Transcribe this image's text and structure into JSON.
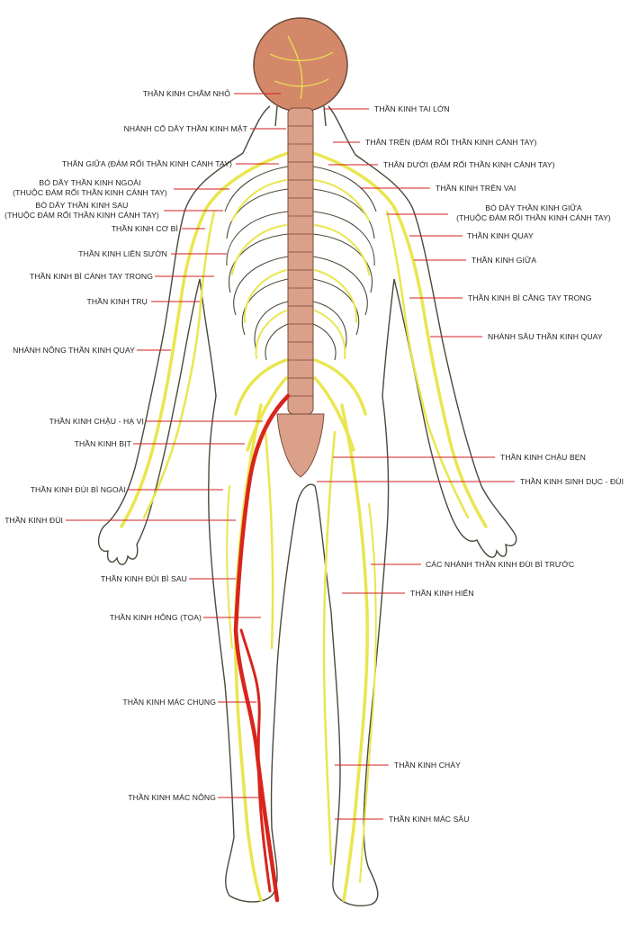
{
  "diagram": {
    "colors": {
      "nerve": "#e9e64f",
      "nerve_stroke": "#b8a52a",
      "sciatic": "#d8251c",
      "skull": "#d4886a",
      "spine": "#dba08a",
      "outline": "#4a4a3a",
      "leader": "#d21f1f"
    },
    "labels": {
      "l1": "THẦN KINH CHẨM NHỎ",
      "l2": "NHÁNH CỔ DÂY THẦN KINH MẶT",
      "l3": "THÂN GIỮA (ĐÁM RỐI THẦN KINH CÁNH TAY)",
      "l4a": "BÓ DÂY THẦN KINH NGOÀI",
      "l4b": "(THUỘC ĐÁM RỐI THẦN KINH CÁNH TAY)",
      "l5a": "BÓ DÂY THẦN KINH SAU",
      "l5b": "(THUỘC ĐÁM RỐI THẦN KINH CÁNH TAY)",
      "l6": "THẦN KINH CƠ BÌ",
      "l7": "THẦN KINH LIÊN SƯỜN",
      "l8": "THẦN KINH BÌ CÁNH TAY TRONG",
      "l9": "THẦN KINH TRỤ",
      "l10": "NHÁNH NÔNG THẦN KINH QUAY",
      "l11": "THẦN KINH CHẬU - HẠ VỊ",
      "l12": "THẦN KINH BỊT",
      "l13": "THẦN KINH ĐÙI BÌ NGOÀI",
      "l14": "THẦN KINH ĐÙI",
      "l15": "THẦN KINH ĐÙI BÌ SAU",
      "l16": "THẦN KINH HÔNG (TỌA)",
      "l17": "THẦN KINH MÁC CHUNG",
      "l18": "THẦN KINH MÁC NÔNG",
      "r1": "THẦN KINH TAI LỚN",
      "r2": "THÂN TRÊN (ĐÁM RỐI THẦN KINH CÁNH TAY)",
      "r3": "THÂN DƯỚI (ĐÁM RỐI THẦN KINH CÁNH TAY)",
      "r4": "THẦN KINH TRÊN VAI",
      "r5a": "BÓ DÂY THẦN KINH GIỮA",
      "r5b": "(THUỘC ĐÁM RỐI THẦN KINH CÁNH TAY)",
      "r6": "THẦN KINH QUAY",
      "r7": "THẦN KINH GIỮA",
      "r8": "THẦN KINH BÌ CẲNG TAY TRONG",
      "r9": "NHÁNH SÂU THẦN KINH QUAY",
      "r10": "THẦN KINH CHẬU BẸN",
      "r11": "THẦN KINH SINH DỤC - ĐÙI",
      "r12": "CÁC NHÁNH THẦN KINH ĐÙI BÌ TRƯỚC",
      "r13": "THẦN KINH HIỂN",
      "r14": "THẦN KINH CHÀY",
      "r15": "THẦN KINH MÁC SÂU"
    }
  }
}
